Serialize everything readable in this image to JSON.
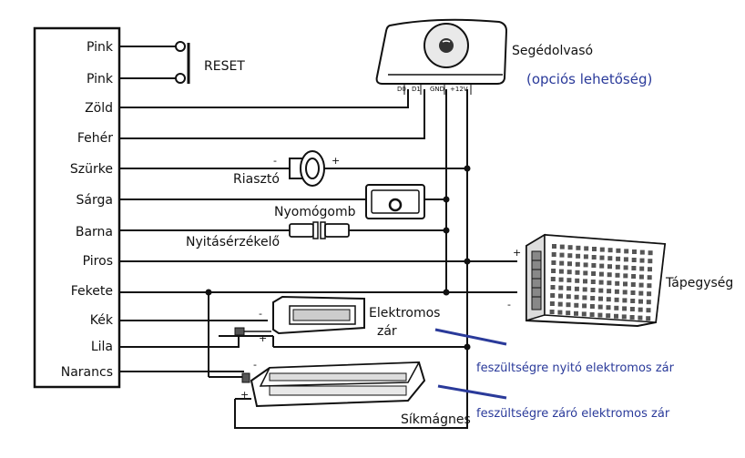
{
  "wires": [
    {
      "label": "Pink"
    },
    {
      "label": "Pink"
    },
    {
      "label": "Zöld"
    },
    {
      "label": "Fehér"
    },
    {
      "label": "Szürke"
    },
    {
      "label": "Sárga"
    },
    {
      "label": "Barna"
    },
    {
      "label": "Piros"
    },
    {
      "label": "Fekete"
    },
    {
      "label": "Kék"
    },
    {
      "label": "Lila"
    },
    {
      "label": "Narancs"
    }
  ],
  "reset_label": "RESET",
  "reader": {
    "title": "Segédolvasó",
    "subtitle": "(opciós lehetőség)",
    "pins": [
      "D0",
      "D1",
      "GND",
      "+12V"
    ]
  },
  "alarm_label": "Riasztó",
  "button_label": "Nyomógomb",
  "sensor_label": "Nyitásérzékelő",
  "psu_label": "Tápegység",
  "lock_label_line1": "Elektromos",
  "lock_label_line2": "zár",
  "maglock_label": "Síkmágnes",
  "note_open": "feszültségre nyitó elektromos zár",
  "note_close": "feszültségre záró elektromos zár",
  "signs": {
    "plus": "+",
    "minus": "-"
  },
  "colors": {
    "line": "#111111",
    "note_blue": "#2a3a9a"
  }
}
